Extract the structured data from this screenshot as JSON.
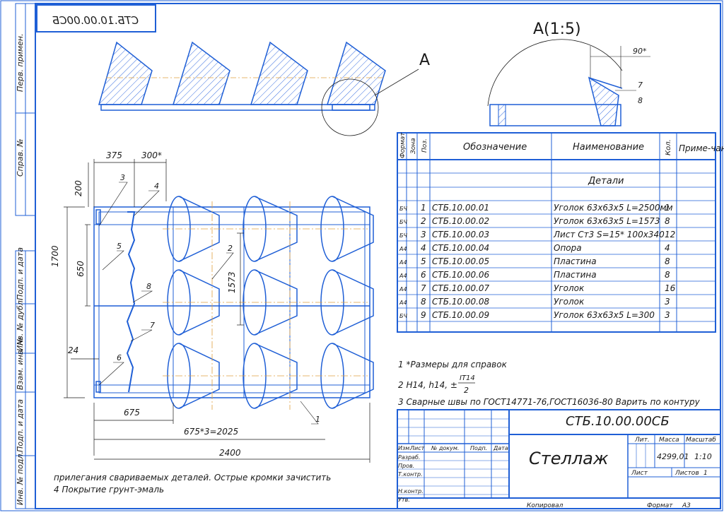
{
  "stamp_mirrored": "СТБ.10.00.00СБ",
  "detail_view": {
    "label": "А",
    "title": "А(1:5)",
    "angle": "90*",
    "callouts": [
      "7",
      "8"
    ]
  },
  "side_strip": [
    "Перв. примен.",
    "Справ. №",
    "Подп. и дата",
    "Инв. № дубл.",
    "Взам. инв. №",
    "Подп. и дата",
    "Инв. № подл."
  ],
  "dimensions": {
    "d375": "375",
    "d300": "300*",
    "d200": "200",
    "d1700": "1700",
    "d650": "650",
    "d1573": "1573",
    "d24": "24",
    "d675": "675",
    "d2025": "675*3=2025",
    "d2400": "2400"
  },
  "callouts": [
    "1",
    "2",
    "3",
    "4",
    "5",
    "6",
    "7",
    "8"
  ],
  "spec_table": {
    "headers": [
      "Формат",
      "Зона",
      "Поз.",
      "Обозначение",
      "Наименование",
      "Кол.",
      "Приме-чание"
    ],
    "section": "Детали",
    "rows": [
      {
        "fmt": "БЧ",
        "pos": "1",
        "code": "СТБ.10.00.01",
        "name": "Уголок 63х63х5 L=2500мм",
        "qty": "1"
      },
      {
        "fmt": "БЧ",
        "pos": "2",
        "code": "СТБ.10.00.02",
        "name": "Уголок 63х63х5 L=1573",
        "qty": "8"
      },
      {
        "fmt": "БЧ",
        "pos": "3",
        "code": "СТБ.10.00.03",
        "name": "Лист Ст3 S=15* 100х340",
        "qty": "12"
      },
      {
        "fmt": "А4",
        "pos": "4",
        "code": "СТБ.10.00.04",
        "name": "Опора",
        "qty": "4"
      },
      {
        "fmt": "А4",
        "pos": "5",
        "code": "СТБ.10.00.05",
        "name": "Пластина",
        "qty": "8"
      },
      {
        "fmt": "А4",
        "pos": "6",
        "code": "СТБ.10.00.06",
        "name": "Пластина",
        "qty": "8"
      },
      {
        "fmt": "А4",
        "pos": "7",
        "code": "СТБ.10.00.07",
        "name": "Уголок",
        "qty": "16"
      },
      {
        "fmt": "А4",
        "pos": "8",
        "code": "СТБ.10.00.08",
        "name": "Уголок",
        "qty": "3"
      },
      {
        "fmt": "БЧ",
        "pos": "9",
        "code": "СТБ.10.00.09",
        "name": "Уголок 63х63х5 L=300",
        "qty": "3"
      }
    ]
  },
  "notes": {
    "n1": "1 *Размеры для справок",
    "n2a": "2 Н14, h14, ±",
    "n2_num": "IT14",
    "n2_den": "2",
    "n3": "3 Сварные швы по ГОСТ14771-76,ГОСТ16036-80 Варить по контуру",
    "n3b": "прилегания свариваемых деталей. Острые кромки зачистить",
    "n4": "4 Покрытие грунт-эмаль"
  },
  "title_block": {
    "designation": "СТБ.10.00.00СБ",
    "name": "Стеллаж",
    "lit_label": "Лит.",
    "mass_label": "Масса",
    "scale_label": "Масштаб",
    "mass": "4299,01",
    "scale": "1:10",
    "sheet_label": "Лист",
    "sheets_label": "Листов",
    "sheets": "1",
    "cols": [
      "Изм.",
      "Лист",
      "№ докум.",
      "Подп.",
      "Дата"
    ],
    "roles": [
      "Разраб.",
      "Пров.",
      "Т.контр.",
      "",
      "Н.контр.",
      "Утв."
    ]
  },
  "footer": {
    "copied": "Копировал",
    "format_label": "Формат",
    "format": "А3"
  },
  "colors": {
    "line": "#1f5fd6",
    "dark": "#1a1a1a",
    "hatch": "#3a6fe0",
    "axis": "#e0a040"
  }
}
